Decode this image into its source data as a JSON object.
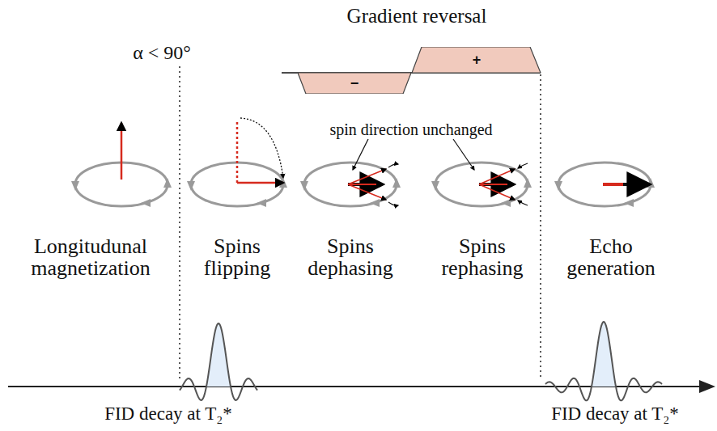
{
  "diagram": {
    "nodes": [
      {
        "text": [
          "−"
        ]
      },
      {
        "text": [
          "+"
        ]
      }
    ],
    "labels": [
      "Gradient reversal",
      "α < 90°",
      "spin direction unchanged",
      "Longitudunal magnetization",
      "Spins flipping",
      "Spins dephasing",
      "Spins rephasing",
      "Echo generation",
      "FID decay at T₂*",
      "FID decay at T₂*"
    ]
  }
}
